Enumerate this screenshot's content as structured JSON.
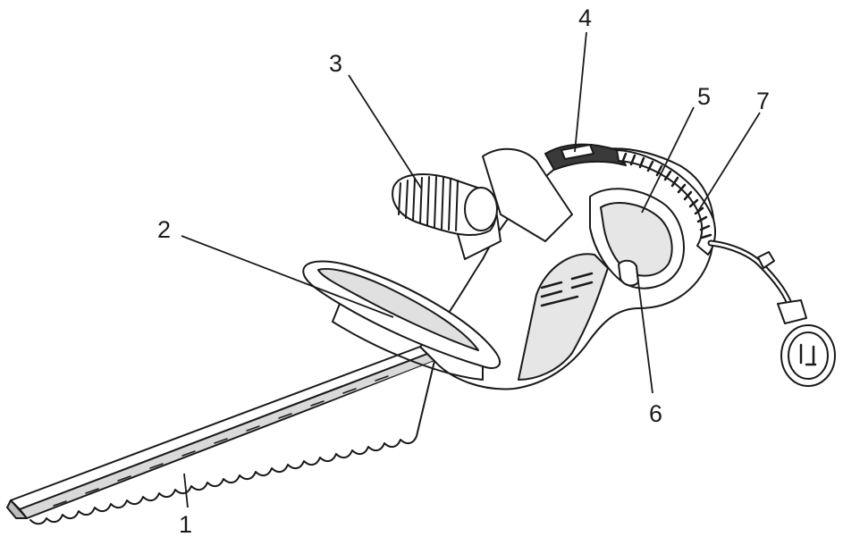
{
  "diagram": {
    "callouts": [
      {
        "id": "c1",
        "label": "1"
      },
      {
        "id": "c2",
        "label": "2"
      },
      {
        "id": "c3",
        "label": "3"
      },
      {
        "id": "c4",
        "label": "4"
      },
      {
        "id": "c5",
        "label": "5"
      },
      {
        "id": "c6",
        "label": "6"
      },
      {
        "id": "c7",
        "label": "7"
      }
    ],
    "colors": {
      "outline": "#1a1a1a",
      "fill": "#ffffff",
      "shade": "#d9d9d9",
      "dark": "#3a3a3a"
    }
  }
}
